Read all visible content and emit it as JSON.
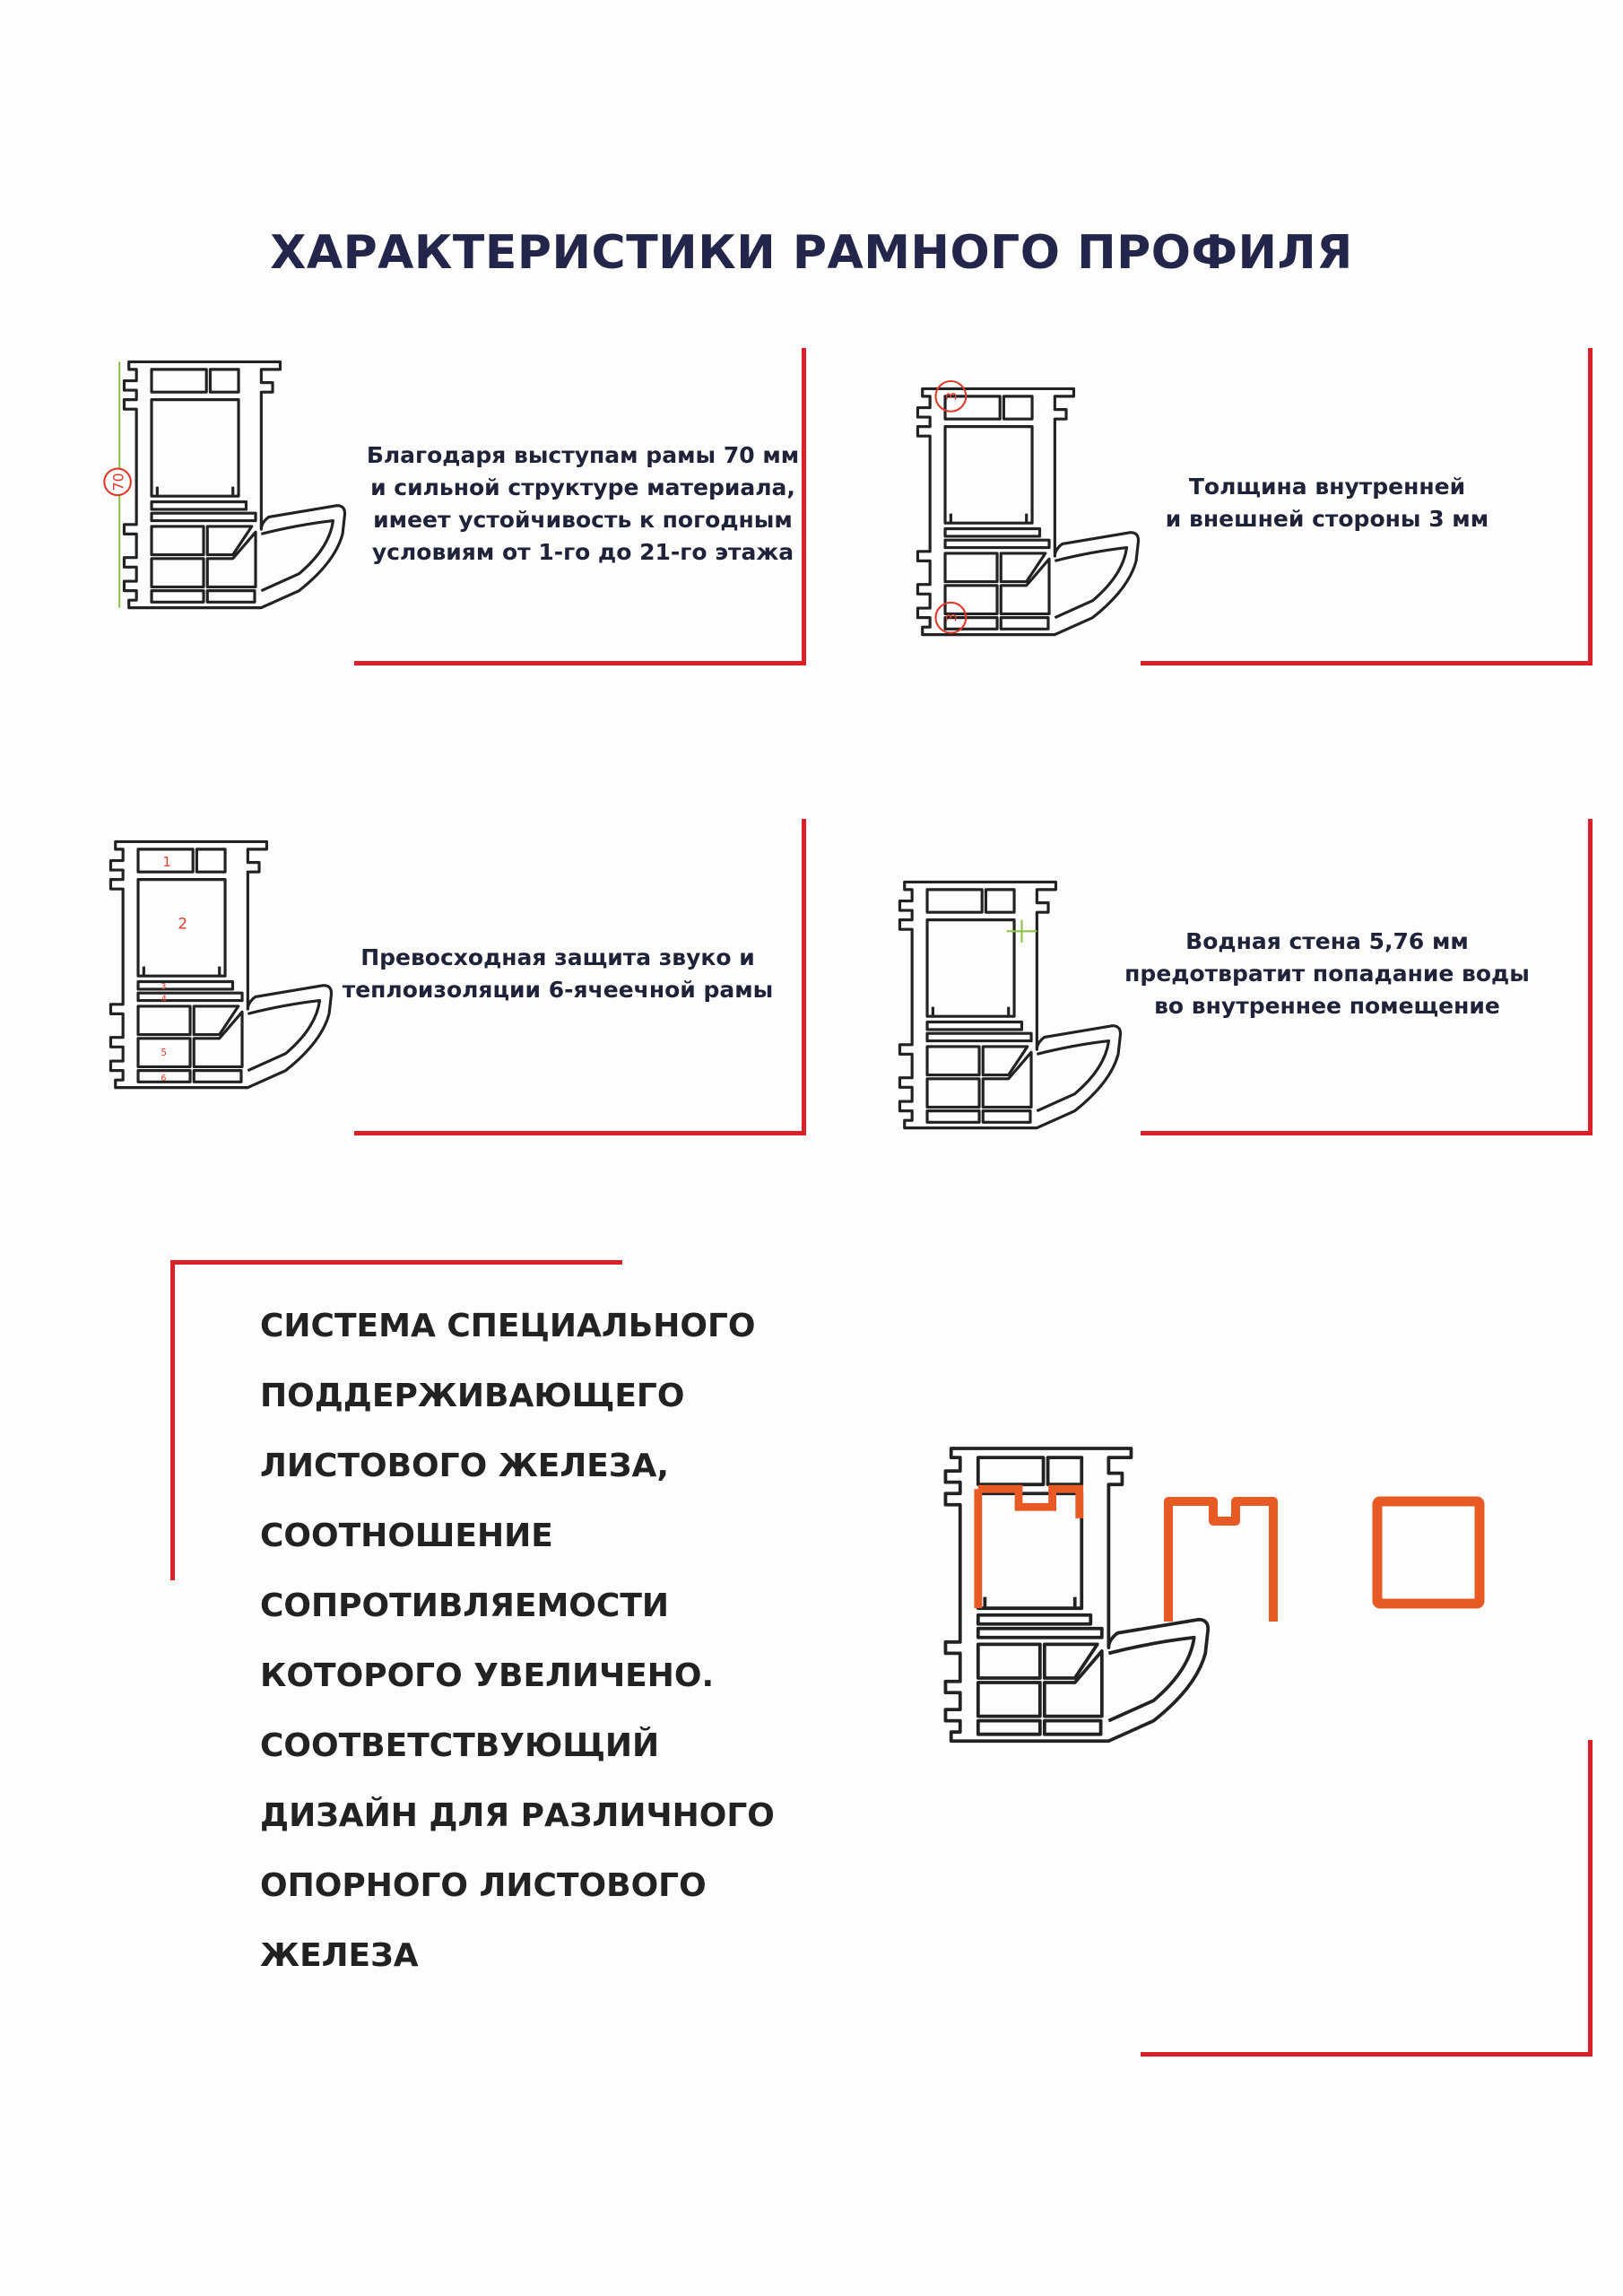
{
  "title": "ХАРАКТЕРИСТИКИ РАМНОГО ПРОФИЛЯ",
  "cards": [
    {
      "lines": [
        "Благодаря выступам рамы 70 мм",
        "и сильной структуре материала,",
        "имеет устойчивость к погодным",
        "условиям от 1-го до 21-го этажа"
      ],
      "diagram_labels": [
        "70"
      ]
    },
    {
      "lines": [
        "Толщина внутренней",
        "и внешней стороны 3 мм"
      ],
      "diagram_labels": [
        "3",
        "3"
      ]
    },
    {
      "lines": [
        "Превосходная защита звуко и",
        "теплоизоляции 6-ячеечной рамы"
      ],
      "diagram_labels": [
        "1",
        "2",
        "3",
        "4",
        "5",
        "6"
      ]
    },
    {
      "lines": [
        "Водная стена 5,76 мм",
        "предотвратит попадание воды",
        "во внутреннее помещение"
      ],
      "diagram_labels": []
    }
  ],
  "bottom": {
    "lines": [
      "СИСТЕМА СПЕЦИАЛЬНОГО",
      "ПОДДЕРЖИВАЮЩЕГО",
      "ЛИСТОВОГО ЖЕЛЕЗА,",
      "СООТНОШЕНИЕ",
      "СОПРОТИВЛЯЕМОСТИ",
      "КОТОРОГО УВЕЛИЧЕНО.",
      "СООТВЕТСТВУЮЩИЙ",
      "ДИЗАЙН ДЛЯ РАЗЛИЧНОГО",
      "ОПОРНОГО ЛИСТОВОГО",
      "ЖЕЛЕЗА"
    ]
  },
  "colors": {
    "accent_red": "#dc2027",
    "steel_orange": "#e85a24",
    "text": "#1f2238",
    "dimension_green": "#8bc34a"
  }
}
